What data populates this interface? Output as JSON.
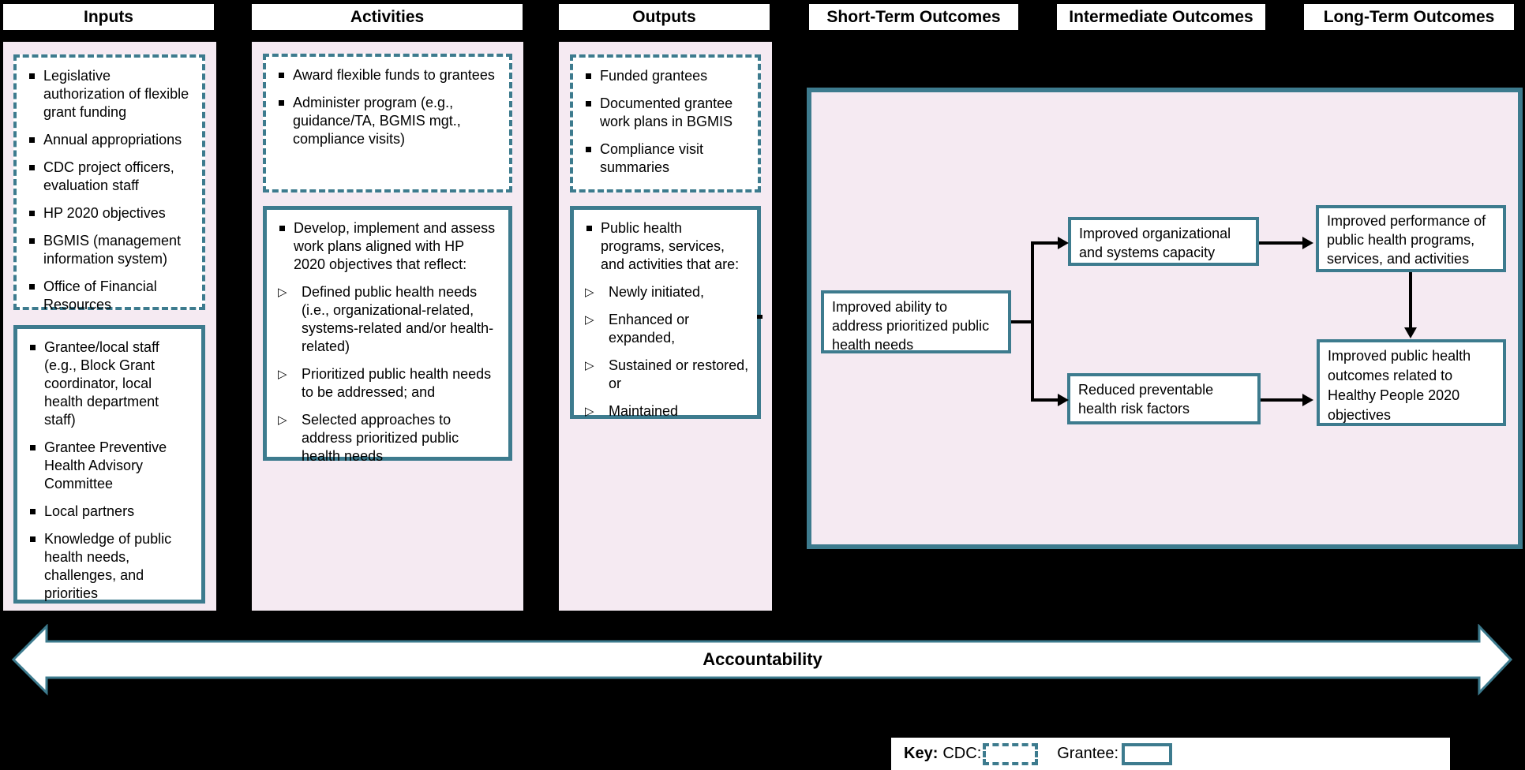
{
  "colors": {
    "background": "#000000",
    "accent_teal": "#3d7b8e",
    "panel_pink": "#f5eaf2",
    "box_fill": "#ffffff",
    "connector": "#000000"
  },
  "headers": {
    "inputs": "Inputs",
    "activities": "Activities",
    "outputs": "Outputs",
    "short_term": "Short-Term Outcomes",
    "intermediate": "Intermediate Outcomes",
    "long_term": "Long-Term Outcomes"
  },
  "inputs": {
    "cdc_box": {
      "items": [
        "Legislative authorization of flexible grant funding",
        "Annual appropriations",
        "CDC project officers, evaluation staff",
        "HP 2020 objectives",
        "BGMIS (management information system)",
        "Office of Financial Resources"
      ]
    },
    "grantee_box": {
      "items": [
        "Grantee/local staff (e.g., Block Grant coordinator, local health department staff)",
        "Grantee Preventive Health Advisory Committee",
        "Local partners",
        "Knowledge of public health needs, challenges, and priorities"
      ]
    }
  },
  "activities": {
    "cdc_box": {
      "items": [
        "Award flexible funds to grantees",
        "Administer program (e.g., guidance/TA, BGMIS mgt., compliance visits)"
      ]
    },
    "grantee_box": {
      "lead": "Develop, implement and assess work plans aligned with HP 2020 objectives that reflect:",
      "sub_items": [
        "Defined public health needs (i.e., organizational-related, systems-related and/or health-related)",
        "Prioritized public health needs to be addressed; and",
        "Selected approaches to address prioritized public health needs"
      ]
    }
  },
  "outputs": {
    "cdc_box": {
      "items": [
        "Funded grantees",
        "Documented grantee work plans in BGMIS",
        "Compliance visit summaries"
      ]
    },
    "grantee_box": {
      "lead": "Public health programs, services, and activities that are:",
      "sub_items": [
        "Newly initiated,",
        "Enhanced or expanded,",
        "Sustained or restored, or",
        "Maintained"
      ]
    }
  },
  "outcomes": {
    "short_term": "Improved ability to address prioritized public health needs",
    "intermediate_top": "Improved organizational and systems capacity",
    "intermediate_bottom": "Reduced preventable health risk factors",
    "long_term_top": "Improved performance of public health programs, services, and activities",
    "long_term_bottom": "Improved public health outcomes related to Healthy People 2020 objectives"
  },
  "accountability": {
    "label": "Accountability"
  },
  "key": {
    "title": "Key:",
    "cdc_label": "CDC:",
    "grantee_label": "Grantee:"
  }
}
